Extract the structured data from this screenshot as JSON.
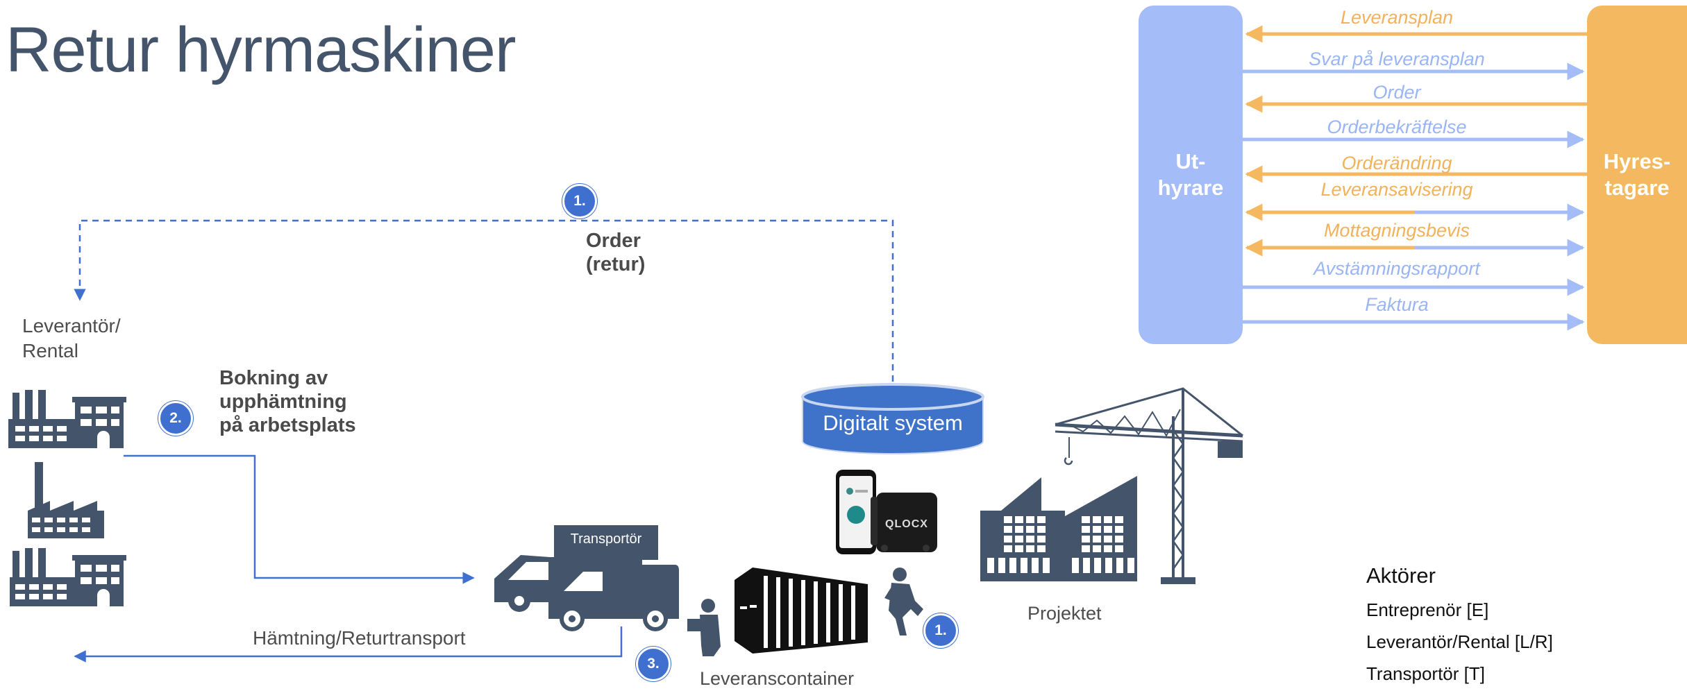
{
  "title": "Retur hyrmaskiner",
  "left": {
    "supplier_label": "Leverantör/\nRental",
    "booking_label": "Bokning av\nupphämtning\npå arbetsplats",
    "order_label": "Order\n(retur)",
    "pickup_label": "Hämtning/Returtransport",
    "transporter_label": "Transportör",
    "container_label": "Leveranscontainer",
    "project_label": "Projektet",
    "system_label": "Digitalt system",
    "device_brand": "QLOCX",
    "badges": [
      "1.",
      "2.",
      "3.",
      "1."
    ]
  },
  "flow": {
    "left_actor": "Ut-\nhyrare",
    "right_actor": "Hyres-\ntagare",
    "messages": [
      {
        "label": "Leveransplan",
        "direction": "left"
      },
      {
        "label": "Svar på leveransplan",
        "direction": "right"
      },
      {
        "label": "Order",
        "direction": "left"
      },
      {
        "label": "Orderbekräftelse",
        "direction": "right"
      },
      {
        "label": "Orderändring",
        "direction": "left"
      },
      {
        "label": "Leveransavisering",
        "direction": "both"
      },
      {
        "label": "Mottagningsbevis",
        "direction": "both"
      },
      {
        "label": "Avstämningsrapport",
        "direction": "right"
      },
      {
        "label": "Faktura",
        "direction": "right"
      }
    ],
    "colors": {
      "orange": "#f4b860",
      "blue": "#a4bdf8",
      "orange_text": "#f2b15b",
      "blue_text": "#9ab5f4"
    }
  },
  "actors": {
    "heading": "Aktörer",
    "items": [
      "Entreprenör [E]",
      "Leverantör/Rental [L/R]",
      "Transportör [T]"
    ]
  },
  "colors": {
    "icon": "#44546a",
    "accent": "#3f6fcf",
    "system": "#3f72c9"
  }
}
